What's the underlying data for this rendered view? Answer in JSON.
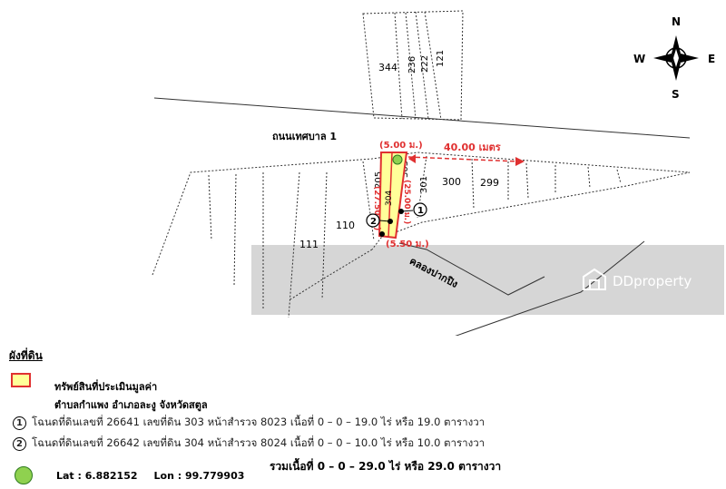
{
  "map": {
    "road_label": "ถนนเทศบาล 1",
    "canal_label": "คลองปากปิง",
    "parcels": [
      "344",
      "236",
      "222",
      "121",
      "205",
      "303",
      "301",
      "300",
      "299",
      "110",
      "111",
      "304"
    ],
    "dimensions": {
      "top_width": "(5.00 ม.)",
      "bottom_width": "(5.50 ม.)",
      "left_length": "(27.50 ม.)",
      "right_length": "(25.00 ม.)",
      "distance": "40.00 เมตร"
    },
    "markers": [
      "1",
      "2"
    ],
    "compass": {
      "n": "N",
      "s": "S",
      "e": "E",
      "w": "W"
    },
    "watermark": "DDproperty"
  },
  "legend": {
    "title": "ผังที่ดิน",
    "property_label": "ทรัพย์สินที่ประเมินมูลค่า",
    "location": "ตำบลกำแพง  อำเภอละงู  จังหวัดสตูล",
    "deeds": [
      {
        "num": "1",
        "text": "โฉนดที่ดินเลขที่ 26641 เลขที่ดิน 303 หน้าสำรวจ 8023 เนื้อที่ 0 – 0 – 19.0 ไร่ หรือ 19.0 ตารางวา"
      },
      {
        "num": "2",
        "text": "โฉนดที่ดินเลขที่ 26642 เลขที่ดิน 304 หน้าสำรวจ 8024 เนื้อที่ 0 – 0 – 10.0 ไร่ หรือ 10.0 ตารางวา"
      }
    ],
    "total": "รวมเนื้อที่ 0 – 0 – 29.0 ไร่ หรือ 29.0 ตารางวา",
    "lat": "Lat : 6.882152",
    "lon": "Lon : 99.779903"
  },
  "colors": {
    "highlight": "#ffff99",
    "boundary": "#e03030",
    "marker": "#8fd14f"
  }
}
